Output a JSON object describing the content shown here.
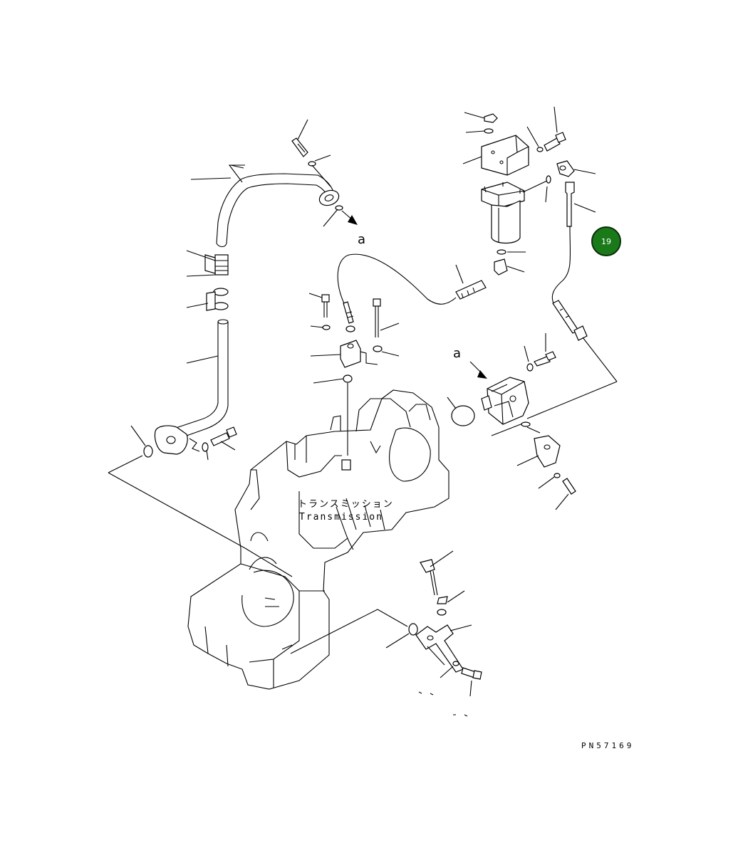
{
  "labels": {
    "transmission_jp": "トランスミッション",
    "transmission_en": "Transmission",
    "view_a_top": "a",
    "view_a_pump": "a",
    "figure_code": "PN57169"
  },
  "badge": {
    "number": "19",
    "color": "#1a7a1a",
    "ring": "#0b2e0b"
  }
}
